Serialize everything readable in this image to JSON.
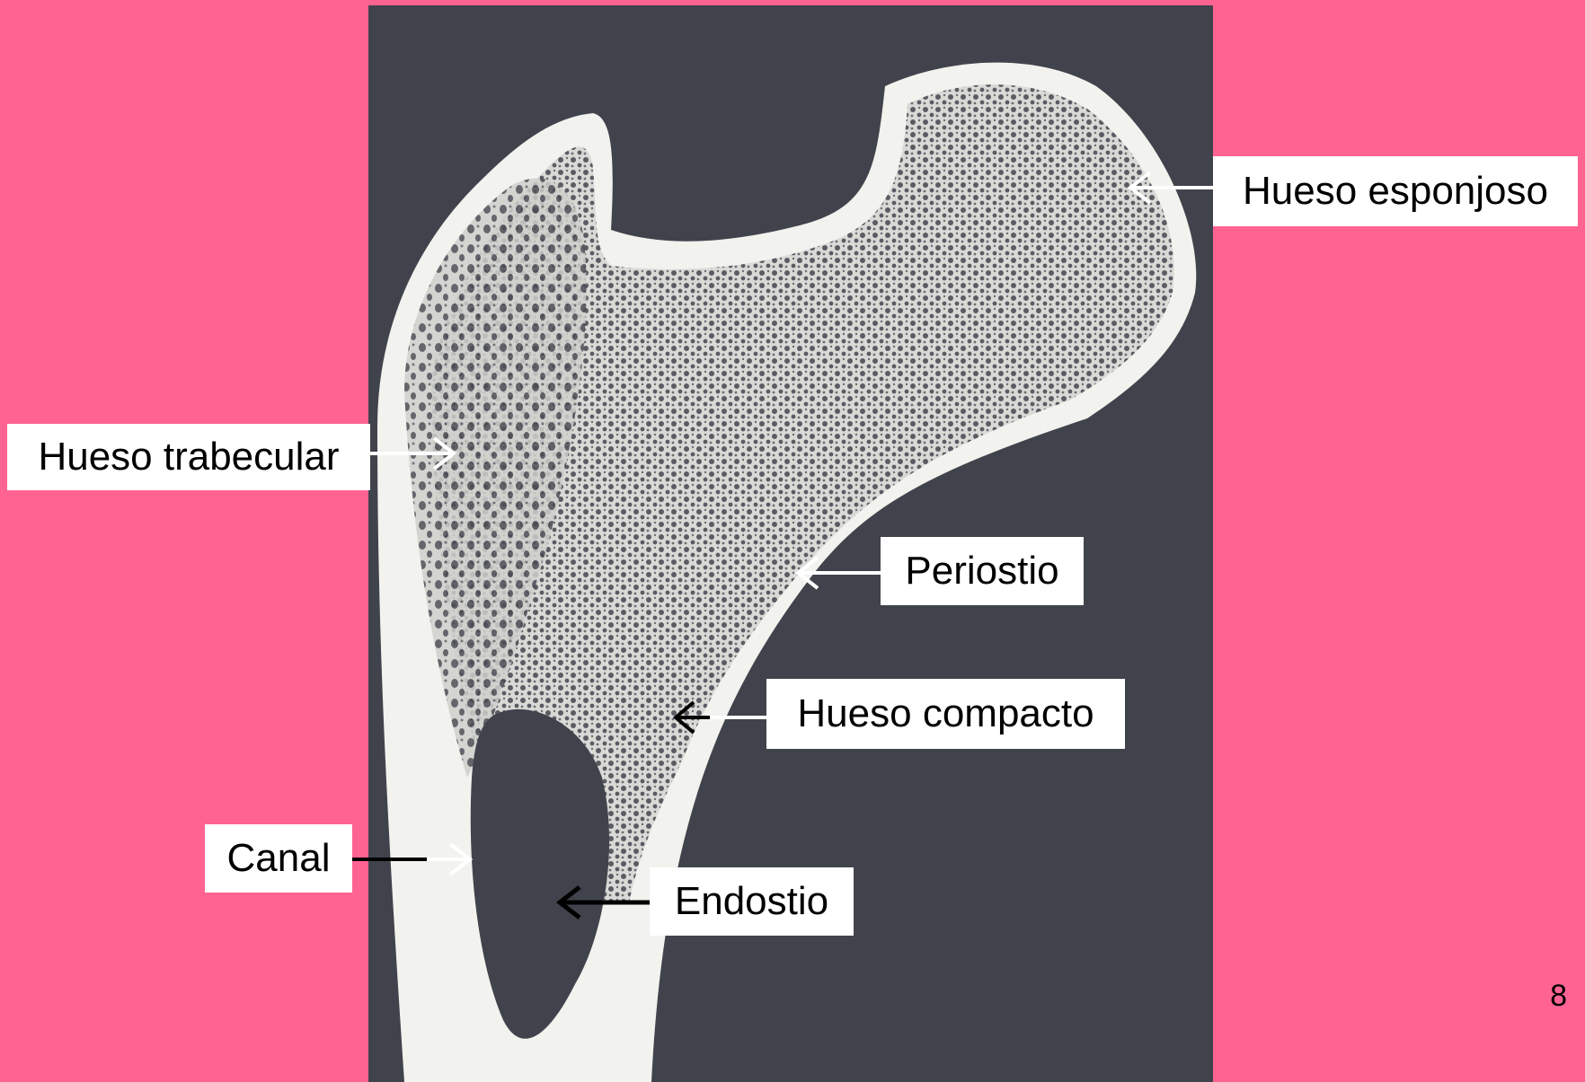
{
  "labels": {
    "hueso_esponjoso": "Hueso esponjoso",
    "hueso_trabecular": "Hueso trabecular",
    "periostio": "Periostio",
    "hueso_compacto": "Hueso compacto",
    "canal": "Canal",
    "endostio": "Endostio"
  },
  "page_number": "8",
  "colors": {
    "slide_background": "#ff6391",
    "photo_background": "#41434c",
    "bone": "#f2f2ee",
    "label_background": "#ffffff",
    "white_arrow": "#ffffff",
    "black_arrow": "#000000"
  }
}
